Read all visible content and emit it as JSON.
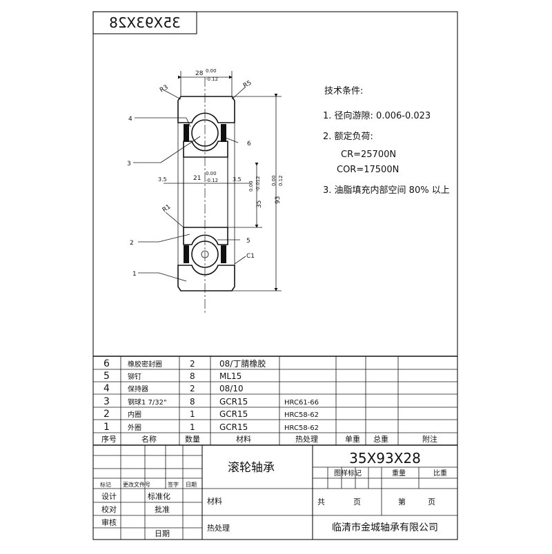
{
  "stamp": "35X93X28",
  "dimensions": {
    "width_top": "28",
    "width_top_tol_upper": "0.00",
    "width_top_tol_lower": "-0.12",
    "r3": "R3",
    "r5": "R5",
    "r1": "R1",
    "c1": "C1",
    "inner_21": "21",
    "inner_tol_upper": "0.00",
    "inner_tol_lower": "-0.12",
    "side_left": "3.5",
    "side_right": "3.5",
    "bore": "35",
    "bore_tol_upper": "0.00",
    "bore_tol_lower": "-0.012",
    "outer": "93",
    "outer_tol_upper": "0.00",
    "outer_tol_lower": "0.12"
  },
  "callouts": [
    "1",
    "2",
    "3",
    "4",
    "5",
    "6"
  ],
  "tech": {
    "title": "技术条件:",
    "line1": "1. 径向游隙: 0.006-0.023",
    "line2": "2. 额定负荷:",
    "line2a": "CR=25700N",
    "line2b": "COR=17500N",
    "line3": "3. 油脂填充内部空间 80% 以上"
  },
  "bom": [
    {
      "no": "6",
      "name": "橡胶密封圈",
      "qty": "2",
      "material": "08/丁腈橡胶",
      "heat": ""
    },
    {
      "no": "5",
      "name": "铆钉",
      "qty": "8",
      "material": "ML15",
      "heat": ""
    },
    {
      "no": "4",
      "name": "保持器",
      "qty": "2",
      "material": "08/10",
      "heat": ""
    },
    {
      "no": "3",
      "name": "钢球1 7/32\"",
      "qty": "8",
      "material": "GCR15",
      "heat": "HRC61-66"
    },
    {
      "no": "2",
      "name": "内圈",
      "qty": "1",
      "material": "GCR15",
      "heat": "HRC58-62"
    },
    {
      "no": "1",
      "name": "外圈",
      "qty": "1",
      "material": "GCR15",
      "heat": "HRC58-62"
    }
  ],
  "bom_header": {
    "no": "序号",
    "name": "名称",
    "qty": "数量",
    "material": "材料",
    "heat": "热处理",
    "unit_weight": "单重",
    "total_weight": "总重",
    "note": "附注"
  },
  "title_block": {
    "product": "滚轮轴承",
    "part_no": "35X93X28",
    "sample_mark": "图样标记",
    "weight": "重量",
    "scale": "比重",
    "mark": "标记",
    "change_doc": "更改文件号",
    "sign": "签字",
    "date": "日期",
    "design": "设计",
    "standardize": "标准化",
    "check": "校对",
    "approve": "批准",
    "review": "审核",
    "date2": "日期",
    "material": "材料",
    "heat_treat": "热处理",
    "total": "共",
    "page": "页",
    "no_th": "第",
    "page2": "页",
    "company": "临清市金城轴承有限公司"
  }
}
